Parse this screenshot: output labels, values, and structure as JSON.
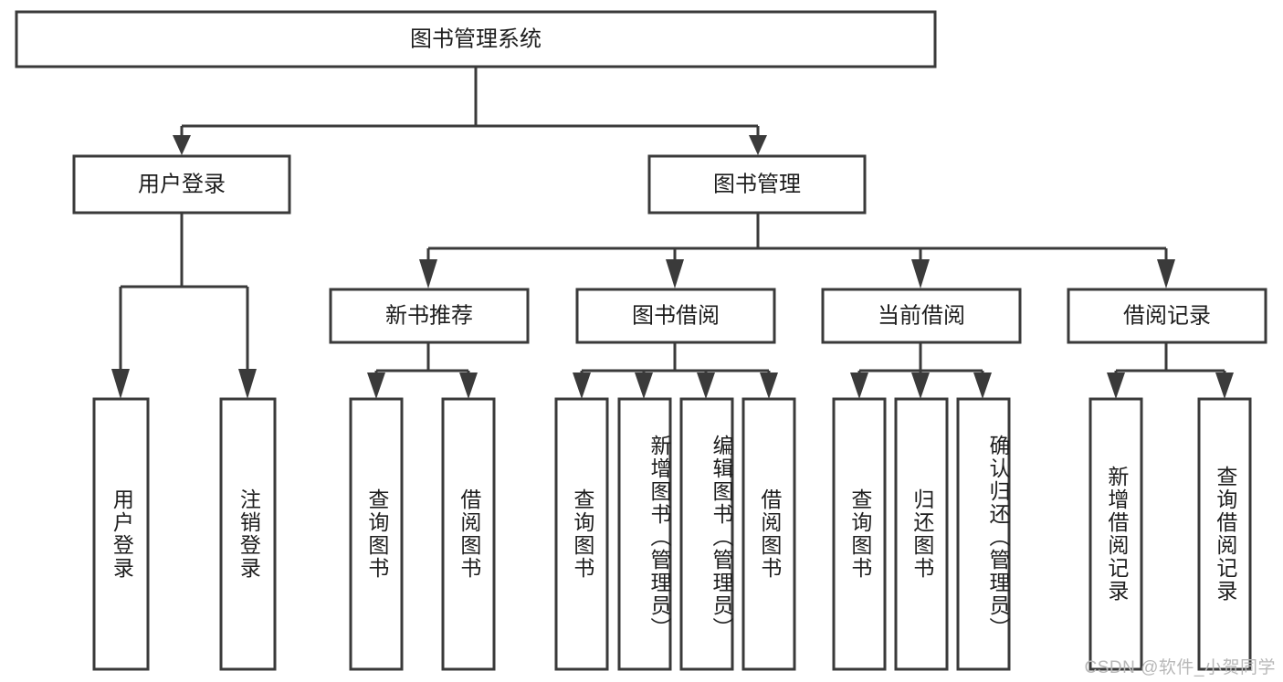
{
  "diagram": {
    "title": "图书管理系统",
    "type": "tree",
    "root": {
      "label": "图书管理系统"
    },
    "level2": [
      {
        "label": "用户登录"
      },
      {
        "label": "图书管理"
      }
    ],
    "level3": [
      {
        "label": "新书推荐"
      },
      {
        "label": "图书借阅"
      },
      {
        "label": "当前借阅"
      },
      {
        "label": "借阅记录"
      }
    ],
    "leaves": {
      "user_login": [
        {
          "label": "用户登录"
        },
        {
          "label": "注销登录"
        }
      ],
      "new_book_recommend": [
        {
          "label": "查询图书"
        },
        {
          "label": "借阅图书"
        }
      ],
      "book_borrow": [
        {
          "label": "查询图书"
        },
        {
          "label": "新增图书（管理员）"
        },
        {
          "label": "编辑图书（管理员）"
        },
        {
          "label": "借阅图书"
        }
      ],
      "current_borrow": [
        {
          "label": "查询图书"
        },
        {
          "label": "归还图书"
        },
        {
          "label": "确认归还（管理员）"
        }
      ],
      "borrow_record": [
        {
          "label": "新增借阅记录"
        },
        {
          "label": "查询借阅记录"
        }
      ]
    }
  },
  "watermark": {
    "text": "CSDN @软件_小贺同学"
  },
  "colors": {
    "stroke": "#3a3a3a",
    "fill": "#ffffff",
    "text": "#1d1d1d",
    "watermark": "#b8b8b8"
  }
}
